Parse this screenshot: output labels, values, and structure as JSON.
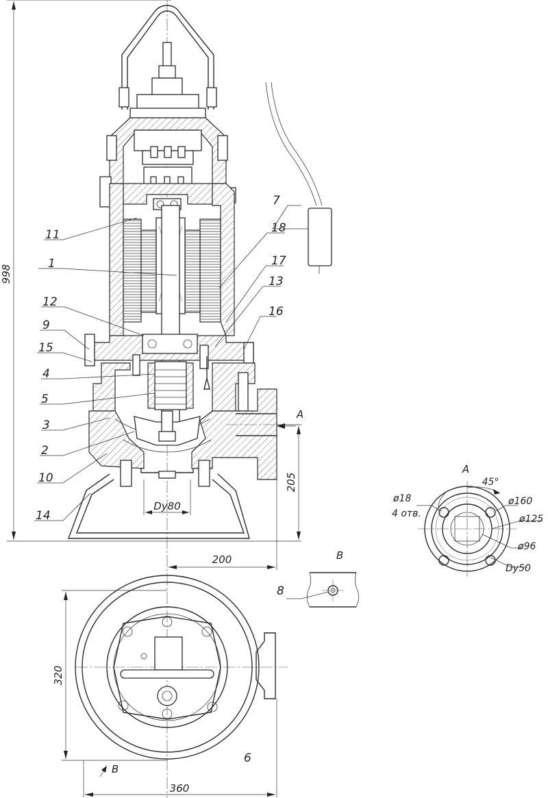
{
  "parts": {
    "p1": "1",
    "p2": "2",
    "p3": "3",
    "p4": "4",
    "p5": "5",
    "p6": "6",
    "p7": "7",
    "p8": "8",
    "p9": "9",
    "p10": "10",
    "p11": "11",
    "p12": "12",
    "p13": "13",
    "p14": "14",
    "p15": "15",
    "p16": "16",
    "p17": "17",
    "p18": "18"
  },
  "dimensions": {
    "height_total": "998",
    "outlet_height": "205",
    "outlet_offset": "200",
    "base_dy": "Dy80",
    "plan_depth": "320",
    "plan_width": "360"
  },
  "views": {
    "view_a_marker": "A",
    "view_a_title": "A",
    "view_b_marker": "B",
    "view_b_title": "B"
  },
  "flange": {
    "angle": "45°",
    "hole_dia": "ø18",
    "hole_count": "4 отв.",
    "d_outer": "ø160",
    "d_bolt": "ø125",
    "d_inner": "ø96",
    "d_nominal": "Dy50"
  }
}
